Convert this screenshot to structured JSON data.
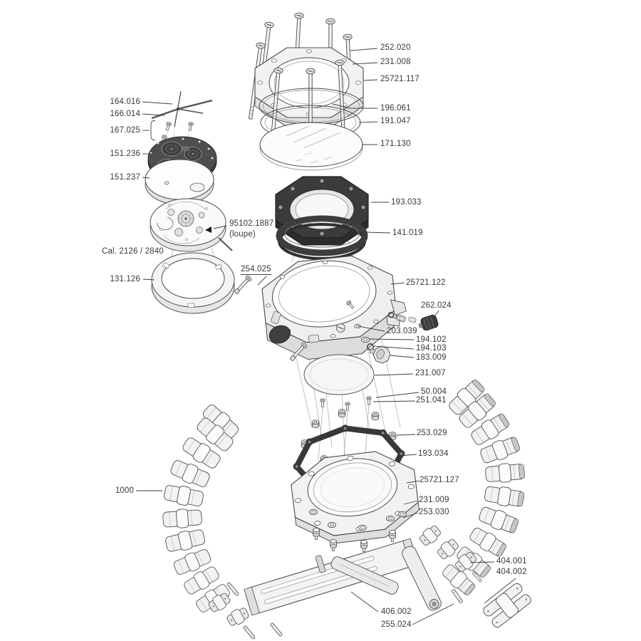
{
  "figure_caption": "Cal. 2126 / 2840",
  "colors": {
    "background": "#ffffff",
    "line": "#4a4a4a",
    "dark_part": "#3b3b3b",
    "text": "#383838"
  },
  "labels": [
    {
      "text": "252.020"
    },
    {
      "text": "231.008"
    },
    {
      "text": "25721.117"
    },
    {
      "text": "196.061"
    },
    {
      "text": "191.047"
    },
    {
      "text": "171.130"
    },
    {
      "text": "193.033"
    },
    {
      "text": "141.019"
    },
    {
      "text": "164.016"
    },
    {
      "text": "166.014"
    },
    {
      "text": "167.025"
    },
    {
      "text": "151.236"
    },
    {
      "text": "151.237"
    },
    {
      "text": "95102.1887"
    },
    {
      "text": "(loupe)"
    },
    {
      "text": "Cal. 2126 / 2840"
    },
    {
      "text": "131.126"
    },
    {
      "text": "254.025"
    },
    {
      "text": "25721.122"
    },
    {
      "text": "262.024"
    },
    {
      "text": "203.039"
    },
    {
      "text": "194.102"
    },
    {
      "text": "194.103"
    },
    {
      "text": "183.009"
    },
    {
      "text": "231.007"
    },
    {
      "text": "50.004"
    },
    {
      "text": "251.041"
    },
    {
      "text": "253.029"
    },
    {
      "text": "193.034"
    },
    {
      "text": "25721.127"
    },
    {
      "text": "231.009"
    },
    {
      "text": "253.030"
    },
    {
      "text": "1000"
    },
    {
      "text": "404.001"
    },
    {
      "text": "404.002"
    },
    {
      "text": "406.002"
    },
    {
      "text": "255.024"
    }
  ]
}
